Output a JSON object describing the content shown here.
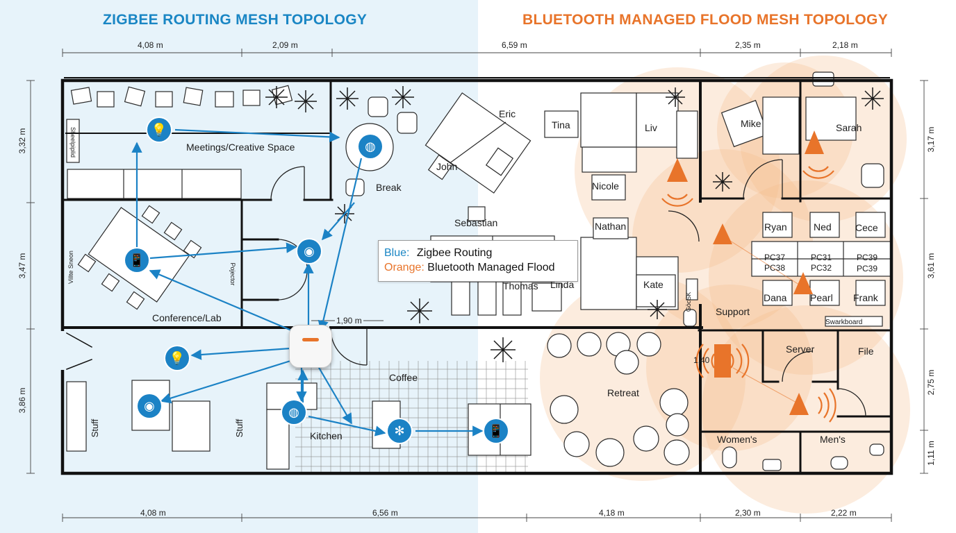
{
  "titles": {
    "zigbee": "ZIGBEE ROUTING MESH TOPOLOGY",
    "bluetooth": "BLUETOOTH MANAGED FLOOD MESH TOPOLOGY"
  },
  "dimensions": {
    "top": [
      "4,08 m",
      "2,09 m",
      "6,59 m",
      "2,35 m",
      "2,18 m"
    ],
    "bottom": [
      "4,08 m",
      "6,56 m",
      "4,18 m",
      "2,30 m",
      "2,22 m"
    ],
    "left": [
      "3,32 m",
      "3,47 m",
      "3,86 m"
    ],
    "right": [
      "3,17 m",
      "3,61 m",
      "2,75 m",
      "1,11 m"
    ],
    "door_gap": "1,90 m",
    "door_gap_right": "1,40"
  },
  "rooms": {
    "meetings": "Meetings/Creative Space",
    "break": "Break",
    "conference": "Conference/Lab",
    "coffee": "Coffee",
    "kitchen": "Kitchen",
    "retreat": "Retreat",
    "support": "Support",
    "server": "Server",
    "file": "File",
    "womens": "Women's",
    "mens": "Men's",
    "stuff_left": "Stuff",
    "stuff_kitchen": "Stuff",
    "shelf": "Sheelpiplid",
    "whiteboard": "Villte Sneon",
    "projector": "Pojector",
    "desk": "Swarkboard",
    "gwc": "GöcSK"
  },
  "people": {
    "eric": "Eric",
    "john": "John",
    "tina": "Tina",
    "liv": "Liv",
    "nicole": "Nicole",
    "nathan": "Nathan",
    "sebastian": "Sebastian",
    "thomas": "Thomas",
    "linda": "Linda",
    "kate": "Kate",
    "mike": "Mike",
    "sarah": "Sarah",
    "ryan": "Ryan",
    "ned": "Ned",
    "cece": "Cece",
    "dana": "Dana",
    "pearl": "Pearl",
    "frank": "Frank"
  },
  "pcs": {
    "pc37": "PC37",
    "pc31": "PC31",
    "pc39a": "PC39",
    "pc38": "PC38",
    "pc32": "PC32",
    "pc39b": "PC39"
  },
  "legend": {
    "blue_key": "Blue:",
    "blue_value": "Zigbee Routing",
    "orange_key": "Orange:",
    "orange_value": "Bluetooth Managed Flood"
  },
  "icons": {
    "bulb": "💡",
    "phone": "📱",
    "lamp": "◉",
    "sensor": "✻",
    "plug": "◍",
    "bluetooth_node": "▲"
  },
  "colors": {
    "zigbee": "#1b82c5",
    "bluetooth": "#e8742a",
    "zigbee_background": "#e7f3fa",
    "flood_zone": "#f6b98a"
  }
}
